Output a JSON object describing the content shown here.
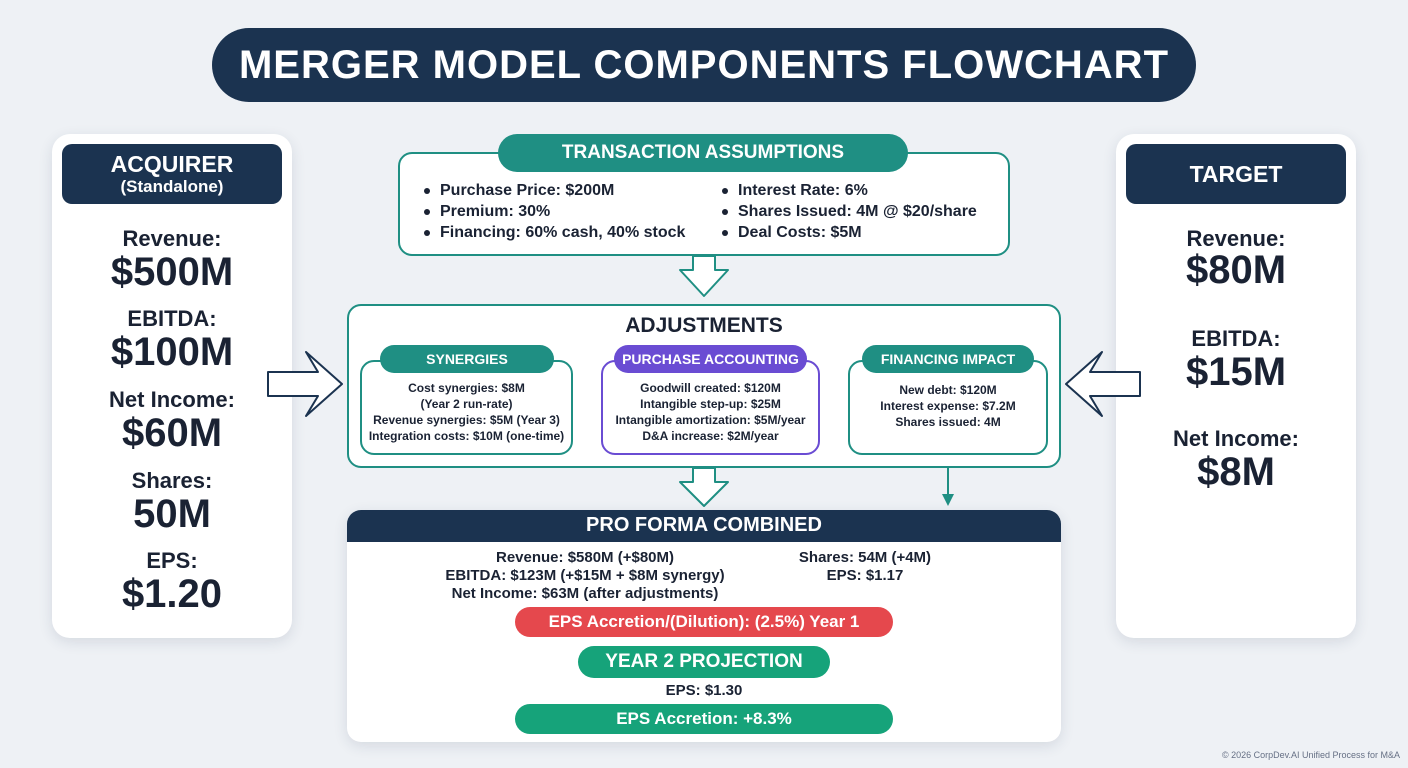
{
  "title": "MERGER MODEL COMPONENTS FLOWCHART",
  "acquirer": {
    "heading": "ACQUIRER",
    "subheading": "(Standalone)",
    "revenue_label": "Revenue:",
    "revenue_value": "$500M",
    "ebitda_label": "EBITDA:",
    "ebitda_value": "$100M",
    "net_income_label": "Net Income:",
    "net_income_value": "$60M",
    "shares_label": "Shares:",
    "shares_value": "50M",
    "eps_label": "EPS:",
    "eps_value": "$1.20"
  },
  "target": {
    "heading": "TARGET",
    "revenue_label": "Revenue:",
    "revenue_value": "$80M",
    "ebitda_label": "EBITDA:",
    "ebitda_value": "$15M",
    "net_income_label": "Net Income:",
    "net_income_value": "$8M"
  },
  "transaction": {
    "heading": "TRANSACTION ASSUMPTIONS",
    "left_items": [
      "Purchase Price: $200M",
      "Premium: 30%",
      "Financing: 60% cash, 40% stock"
    ],
    "right_items": [
      "Interest Rate: 6%",
      "Shares Issued: 4M @ $20/share",
      "Deal Costs: $5M"
    ]
  },
  "adjustments": {
    "heading": "ADJUSTMENTS",
    "synergies": {
      "heading": "SYNERGIES",
      "lines": [
        "Cost synergies: $8M",
        "(Year 2 run-rate)",
        "Revenue synergies: $5M (Year 3)",
        "Integration costs: $10M (one-time)"
      ]
    },
    "purchase_accounting": {
      "heading": "PURCHASE ACCOUNTING",
      "lines": [
        "Goodwill created: $120M",
        "Intangible step-up: $25M",
        "Intangible amortization: $5M/year",
        "D&A increase: $2M/year"
      ]
    },
    "financing": {
      "heading": "FINANCING IMPACT",
      "lines": [
        "New debt: $120M",
        "Interest expense: $7.2M",
        "Shares issued: 4M"
      ]
    }
  },
  "pro_forma": {
    "heading": "PRO FORMA COMBINED",
    "left_lines": [
      "Revenue: $580M (+$80M)",
      "EBITDA: $123M (+$15M + $8M synergy)",
      "Net Income: $63M (after adjustments)"
    ],
    "right_lines": [
      "Shares: 54M (+4M)",
      "EPS: $1.17"
    ],
    "dilution_label": "EPS Accretion/(Dilution): (2.5%) Year 1",
    "year2_heading": "YEAR 2 PROJECTION",
    "year2_eps": "EPS: $1.30",
    "accretion_label": "EPS Accretion: +8.3%"
  },
  "footer": "© 2026 CorpDev.AI Unified Process for M&A",
  "colors": {
    "navy": "#1b3350",
    "teal": "#1f8f83",
    "purple": "#6a4cd3",
    "red": "#e5484d",
    "green": "#16a37a"
  }
}
